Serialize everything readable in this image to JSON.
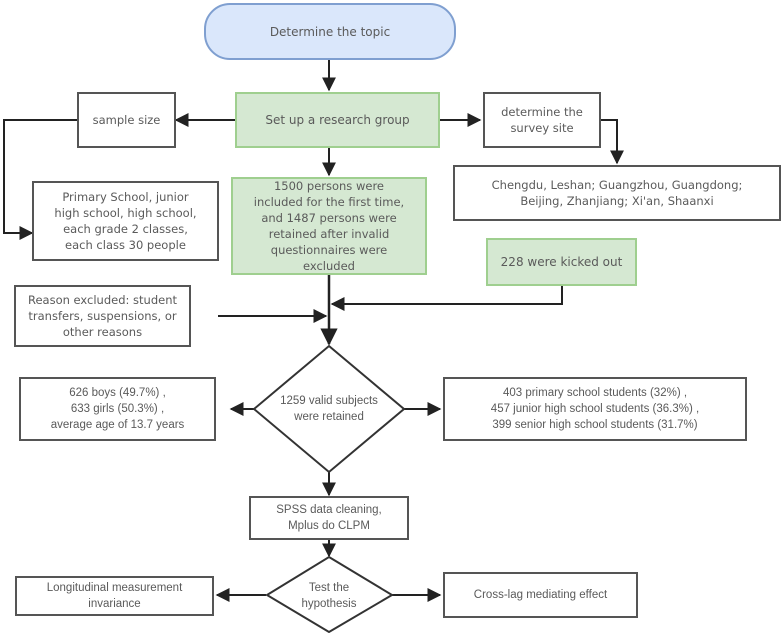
{
  "diagram": {
    "type": "flowchart",
    "nodes": {
      "topic": "Determine the topic",
      "research_group": "Set up a research group",
      "sample_size": "sample size",
      "sample_detail": "Primary School, junior\nhigh school, high school,\neach grade 2 classes,\neach class 30 people",
      "survey_site": "determine the\nsurvey site",
      "sites": "Chengdu, Leshan; Guangzhou, Guangdong;\nBeijing, Zhanjiang; Xi'an, Shaanxi",
      "included": "1500 persons were\nincluded for the first time,\nand 1487 persons were\nretained after invalid\nquestionnaires were\nexcluded",
      "kicked_out": "228 were kicked out",
      "reason_excluded": "Reason excluded: student\ntransfers, suspensions, or\nother reasons",
      "valid_subjects": "1259 valid subjects\nwere retained",
      "gender": "626 boys (49.7%) ,\n633 girls (50.3%) ,\naverage age of 13.7  years",
      "school_levels": "403 primary school students (32%) ,\n457 junior high school students (36.3%) ,\n399 senior high school students (31.7%)",
      "spss": "SPSS data cleaning,\nMplus do CLPM",
      "hypothesis": "Test the\nhypothesis",
      "invariance": "Longitudinal measurement\ninvariance",
      "mediating": "Cross-lag mediating effect"
    },
    "colors": {
      "terminal_fill": "#dae7fb",
      "terminal_border": "#7f9fd0",
      "process_fill": "#d5e8d2",
      "process_border": "#9fcf8f",
      "box_border": "#555555",
      "arrow": "#222222"
    }
  }
}
